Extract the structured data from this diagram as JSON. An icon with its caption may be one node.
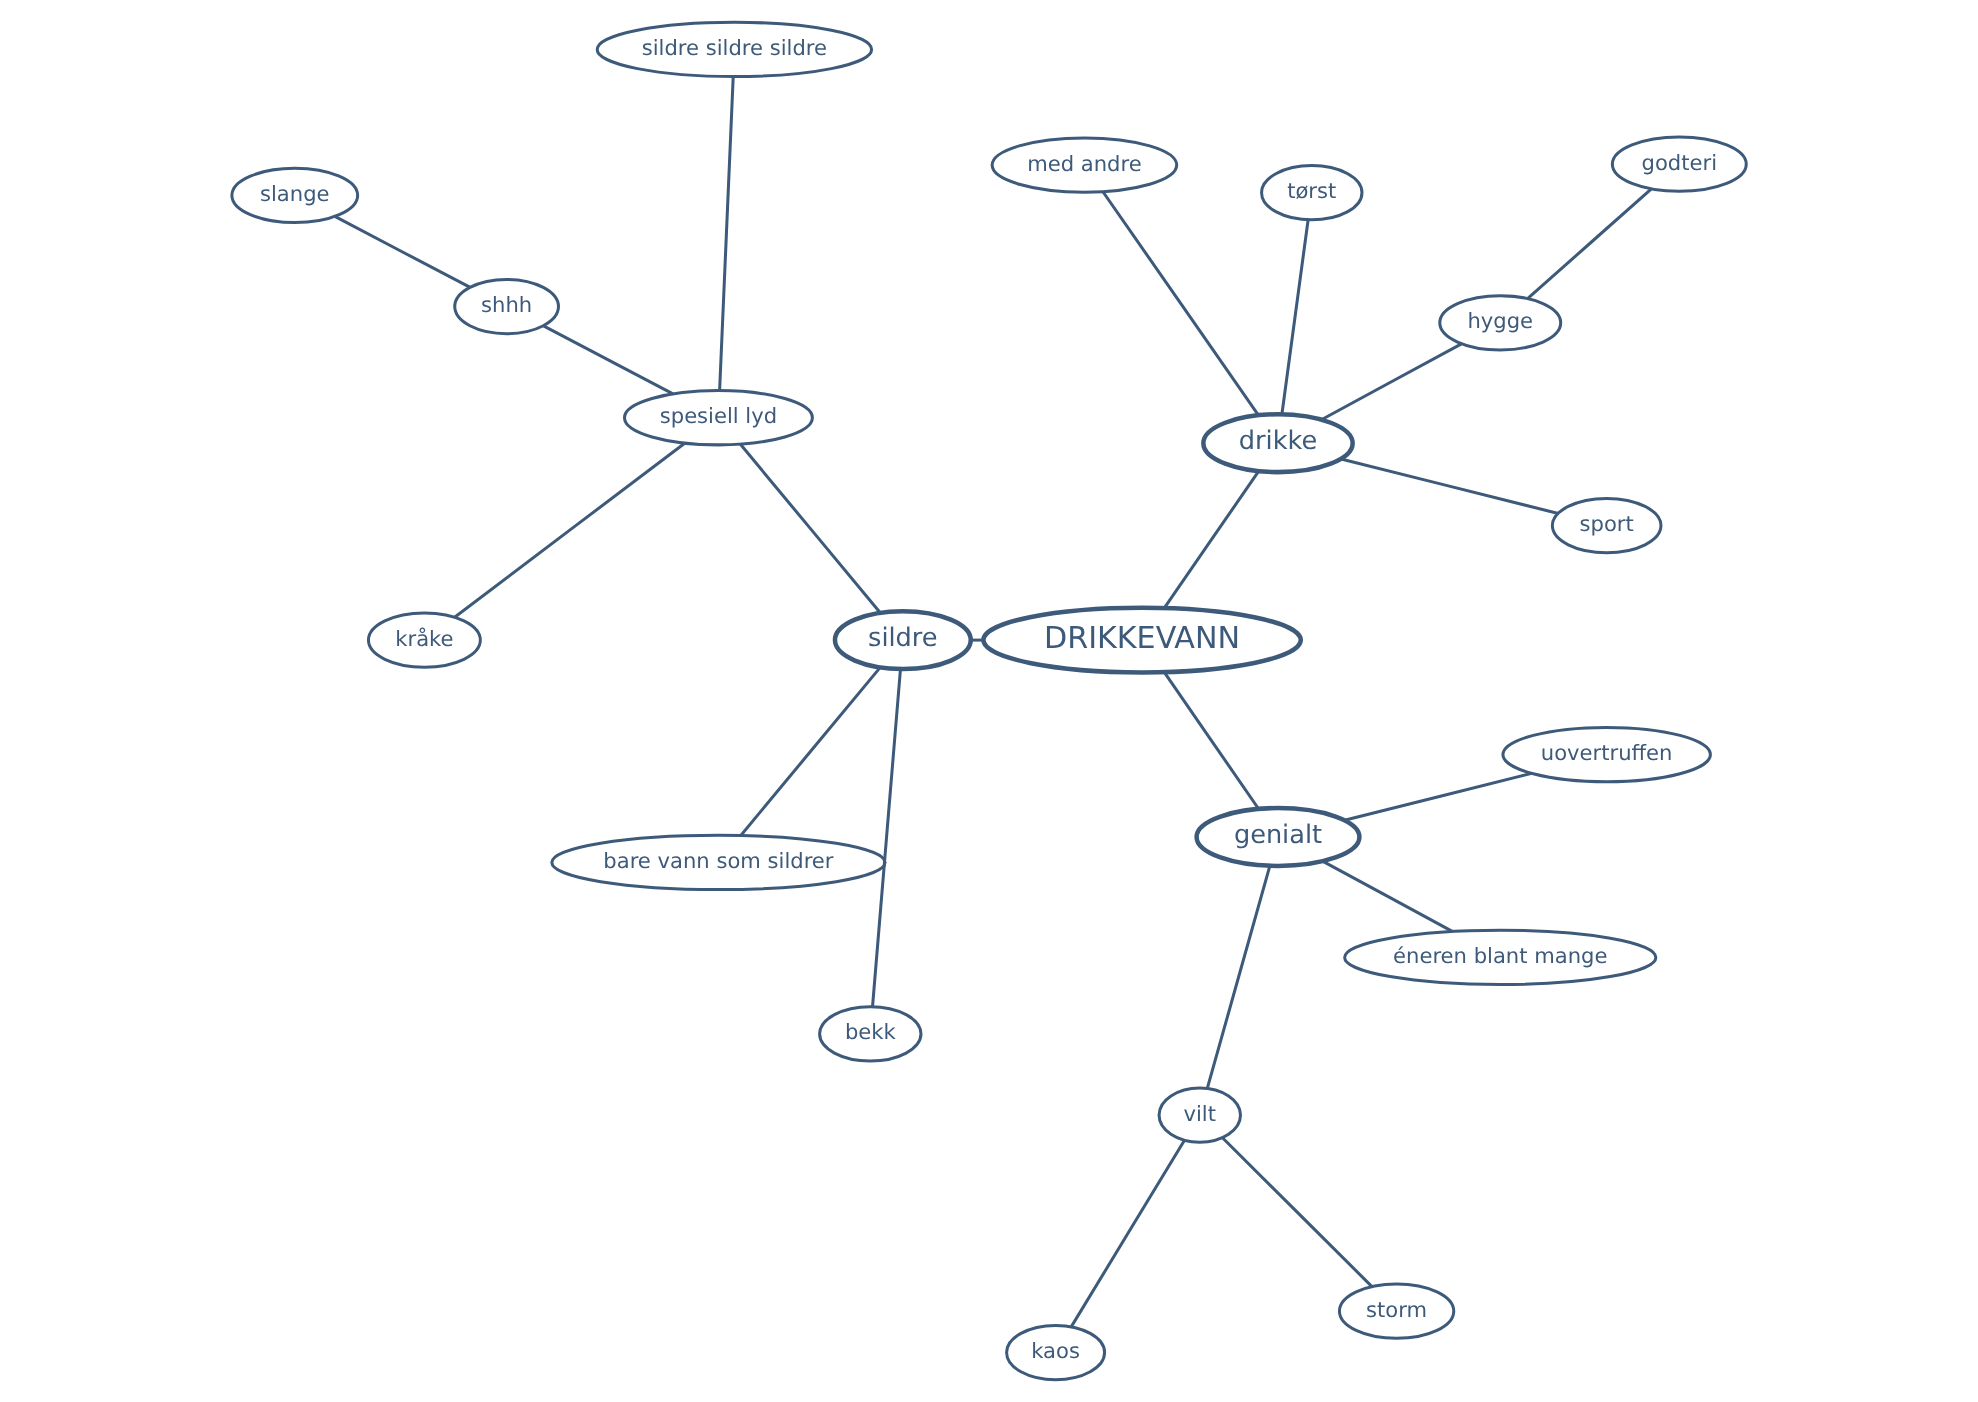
{
  "diagram": {
    "nodes": [
      {
        "text": [
          "godteri"
        ]
      },
      {
        "text": [
          "sport"
        ]
      },
      {
        "text": [
          "hygge"
        ]
      },
      {
        "text": [
          "drikke"
        ]
      },
      {
        "text": [
          "sildre sildre sildre"
        ]
      },
      {
        "text": [
          "slange"
        ]
      },
      {
        "text": [
          "shhh"
        ]
      },
      {
        "text": [
          "tørst"
        ]
      },
      {
        "text": [
          "DRIKKEVANN"
        ]
      },
      {
        "text": [
          "spesiell lyd"
        ]
      },
      {
        "text": [
          "kråke"
        ]
      },
      {
        "text": [
          "med andre"
        ]
      },
      {
        "text": [
          "sildre"
        ]
      },
      {
        "text": [
          "bare vann som sildrer"
        ]
      },
      {
        "text": [
          "genialt"
        ]
      },
      {
        "text": [
          "vilt"
        ]
      },
      {
        "text": [
          "éneren blant mange"
        ]
      },
      {
        "text": [
          "kaos"
        ]
      },
      {
        "text": [
          "uovertruffen"
        ]
      },
      {
        "text": [
          "bekk"
        ]
      },
      {
        "text": [
          "storm"
        ]
      }
    ],
    "edges": [
      {
        "from": 8,
        "to": 3,
        "arrow": "none"
      },
      {
        "from": 8,
        "to": 14,
        "arrow": "none"
      },
      {
        "from": 8,
        "to": 12,
        "arrow": "none"
      },
      {
        "from": 3,
        "to": 1,
        "arrow": "none"
      },
      {
        "from": 3,
        "to": 2,
        "arrow": "none"
      },
      {
        "from": 2,
        "to": 0,
        "arrow": "none"
      },
      {
        "from": 3,
        "to": 7,
        "arrow": "none"
      },
      {
        "from": 3,
        "to": 11,
        "arrow": "none"
      },
      {
        "from": 12,
        "to": 9,
        "arrow": "none"
      },
      {
        "from": 9,
        "to": 4,
        "arrow": "none"
      },
      {
        "from": 9,
        "to": 6,
        "arrow": "none"
      },
      {
        "from": 6,
        "to": 5,
        "arrow": "none"
      },
      {
        "from": 9,
        "to": 10,
        "arrow": "none"
      },
      {
        "from": 12,
        "to": 13,
        "arrow": "none"
      },
      {
        "from": 12,
        "to": 19,
        "arrow": "none"
      },
      {
        "from": 14,
        "to": 15,
        "arrow": "none"
      },
      {
        "from": 14,
        "to": 18,
        "arrow": "none"
      },
      {
        "from": 14,
        "to": 16,
        "arrow": "none"
      },
      {
        "from": 15,
        "to": 17,
        "arrow": "none"
      },
      {
        "from": 15,
        "to": 20,
        "arrow": "none"
      }
    ]
  }
}
